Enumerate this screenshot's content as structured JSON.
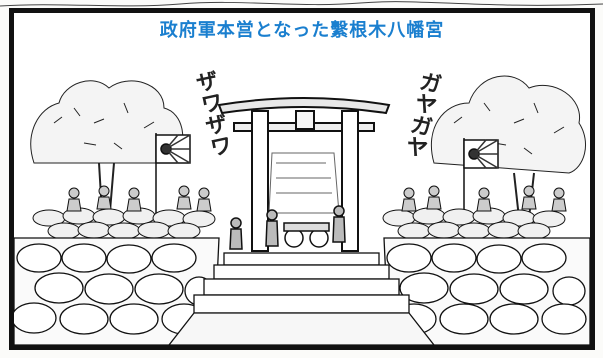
{
  "caption": {
    "title": "政府軍本営となった繫根木八幡宮"
  },
  "sound_effects": {
    "left": "ザワザワ",
    "right": "ガヤガヤ"
  },
  "colors": {
    "title": "#1a7fcf",
    "ink": "#111111",
    "paper": "#ffffff"
  },
  "icons": {
    "flag": "rising-sun-flag-icon",
    "gate": "torii-gate-icon",
    "cannon": "cannon-icon"
  }
}
